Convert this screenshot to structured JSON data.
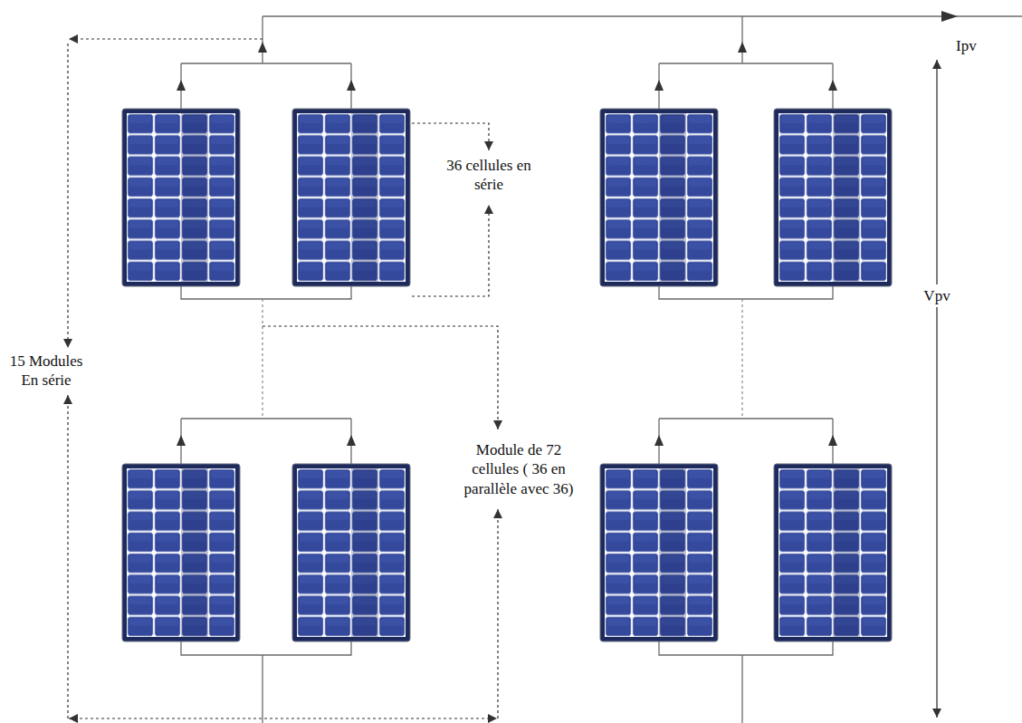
{
  "diagram": {
    "labels": [
      "Ipv",
      "36 cellules en série",
      "15 Modules En série",
      "Vpv",
      "Module de 72 cellules ( 36 en parallèle avec 36)"
    ]
  }
}
